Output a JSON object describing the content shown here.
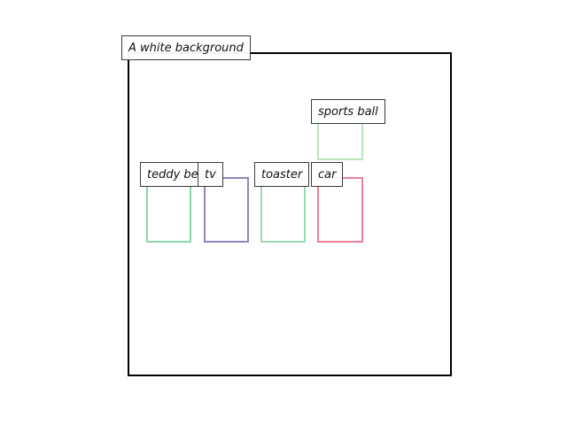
{
  "background_caption": "A white background",
  "objects": [
    {
      "id": "sports-ball",
      "label": "sports ball",
      "color": "#b8e3b8"
    },
    {
      "id": "teddy-bear",
      "label": "teddy bear",
      "color": "#8ad6a4"
    },
    {
      "id": "tv",
      "label": "tv",
      "color": "#8d86bf"
    },
    {
      "id": "toaster",
      "label": "toaster",
      "color": "#9edaa9"
    },
    {
      "id": "car",
      "label": "car",
      "color": "#ea7f99"
    }
  ]
}
